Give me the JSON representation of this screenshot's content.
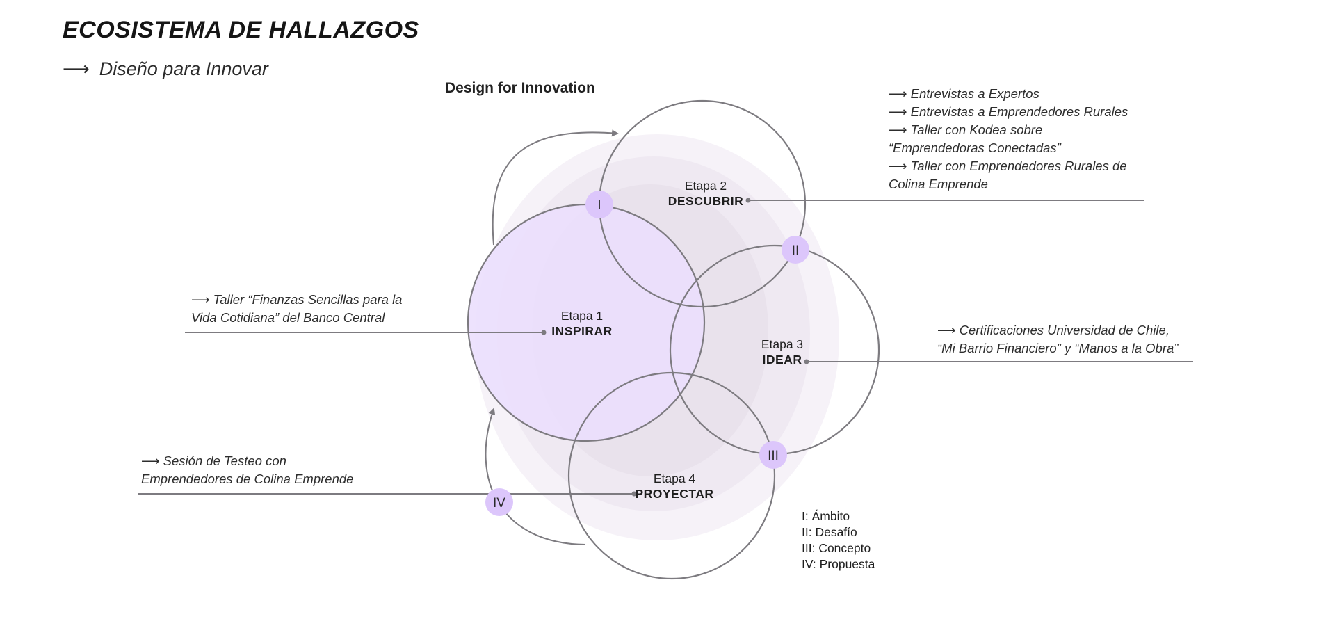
{
  "header": {
    "title": "ECOSISTEMA DE HALLAZGOS",
    "subtitle_arrow": "⟶",
    "subtitle": "Diseño para Innovar"
  },
  "diagram": {
    "label": "Design for Innovation",
    "stages": [
      {
        "number": "Etapa 1",
        "name": "INSPIRAR"
      },
      {
        "number": "Etapa 2",
        "name": "DESCUBRIR"
      },
      {
        "number": "Etapa 3",
        "name": "IDEAR"
      },
      {
        "number": "Etapa 4",
        "name": "PROYECTAR"
      }
    ],
    "badges": [
      "I",
      "II",
      "III",
      "IV"
    ],
    "colors": {
      "accent": "#dcc6fb",
      "stage1_fill": "#ece1fd",
      "circle_stroke": "#7d7b80",
      "halo": "#ece6ef"
    }
  },
  "notes": {
    "descubrir": [
      "⟶  Entrevistas a Expertos",
      "⟶ Entrevistas a Emprendedores Rurales",
      "⟶ Taller con Kodea sobre",
      "“Emprendedoras Conectadas”",
      "⟶ Taller con Emprendedores Rurales de",
      "Colina Emprende"
    ],
    "inspirar": [
      "⟶  Taller “Finanzas Sencillas para la",
      "Vida Cotidiana” del Banco Central"
    ],
    "idear": [
      "⟶  Certificaciones Universidad de Chile,",
      "“Mi Barrio Financiero” y “Manos a la Obra”"
    ],
    "proyectar": [
      "⟶  Sesión de Testeo con",
      "Emprendedores de Colina Emprende"
    ]
  },
  "legend": [
    "I: Ámbito",
    "II: Desafío",
    "III: Concepto",
    "IV: Propuesta"
  ]
}
